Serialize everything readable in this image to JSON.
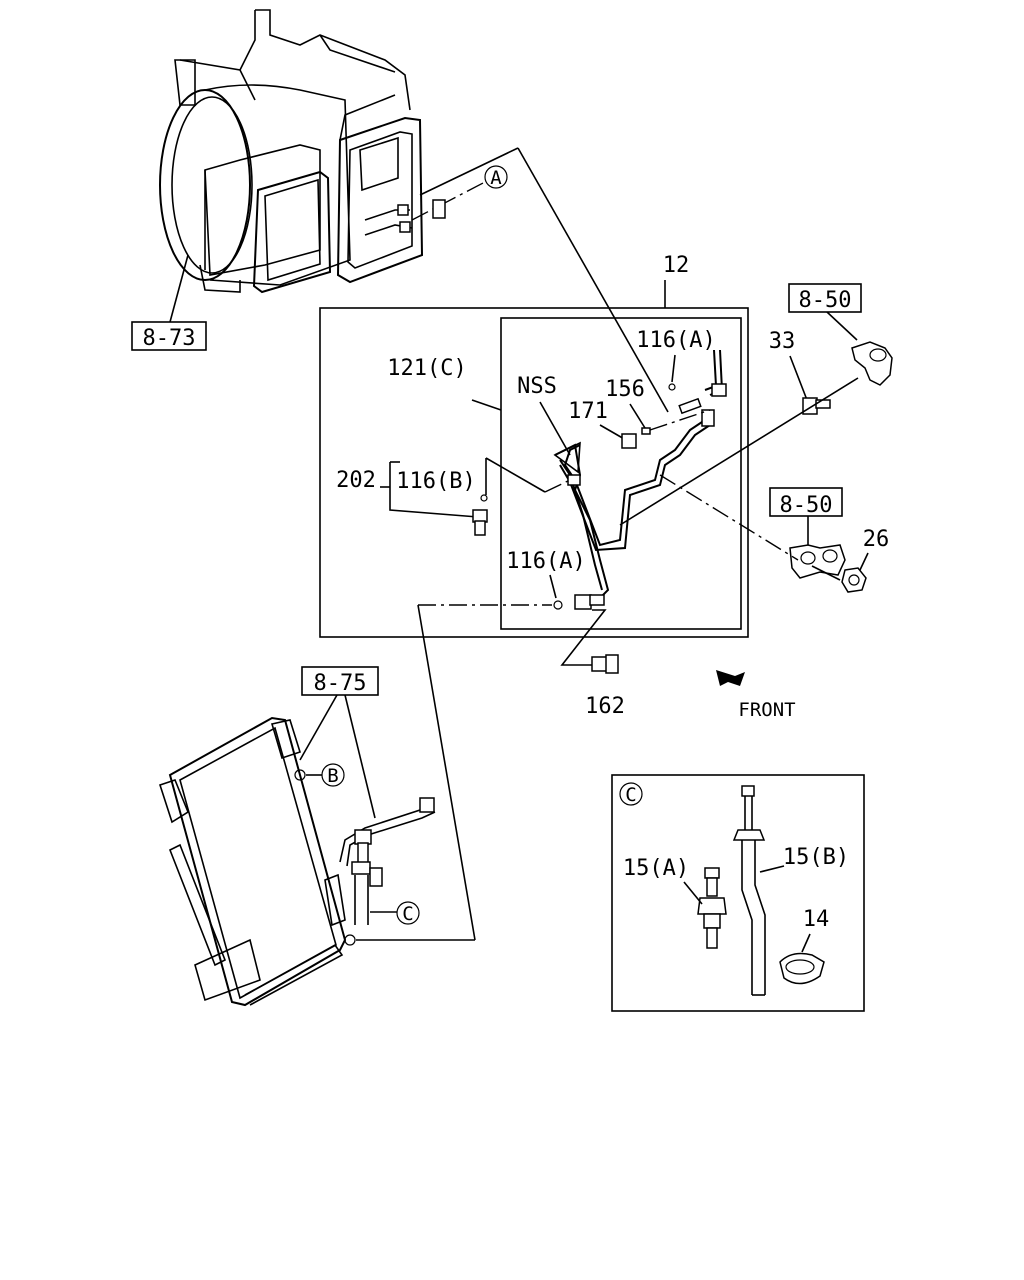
{
  "labels": {
    "ref_8_73": "8-73",
    "ref_8_50_top": "8-50",
    "ref_8_50_mid": "8-50",
    "ref_8_75": "8-75",
    "p12": "12",
    "p121c": "121(C)",
    "nss": "NSS",
    "p116a_top": "116(A)",
    "p156": "156",
    "p171": "171",
    "p33": "33",
    "p202": "202",
    "p116b": "116(B)",
    "p116a_bottom": "116(A)",
    "p26": "26",
    "p162": "162",
    "front": "FRONT",
    "p15a": "15(A)",
    "p15b": "15(B)",
    "p14": "14"
  },
  "callouts": {
    "a": "A",
    "b": "B",
    "c": "C",
    "c_detail": "C"
  }
}
